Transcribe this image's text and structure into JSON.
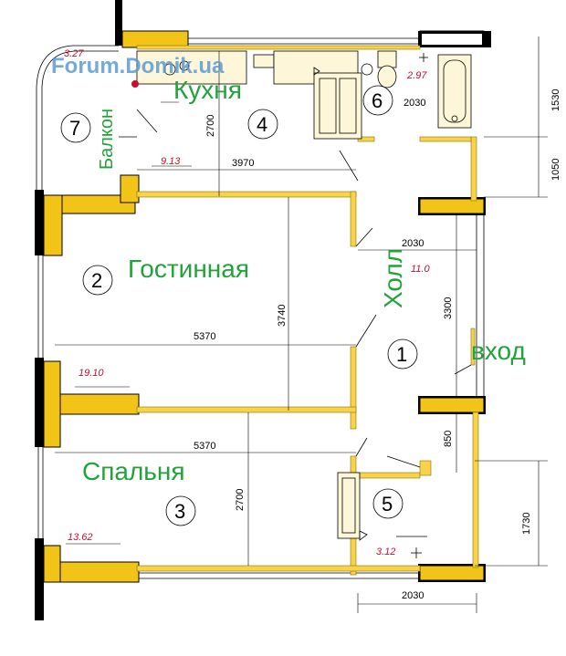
{
  "watermark": "Forum.Domik.ua",
  "rooms": {
    "kitchen": "Кухня",
    "living": "Гостинная",
    "bedroom": "Спальня",
    "hall": "Холл",
    "balcony": "Балкон",
    "entrance": "вход"
  },
  "room_numbers": [
    "1",
    "2",
    "3",
    "4",
    "5",
    "6",
    "7"
  ],
  "areas": {
    "balcony": "3.27",
    "kitchen": "9.13",
    "living": "19.10",
    "bedroom": "13.62",
    "hall": "11.0",
    "bath": "2.97",
    "wc": "3.12"
  },
  "dimensions": {
    "kitchen_width": "3970",
    "kitchen_depth": "2700",
    "bath_width": "2030",
    "hall_width": "2030",
    "hall_depth": "3300",
    "living_width": "5370",
    "living_depth": "3740",
    "bedroom_width": "5370",
    "bedroom_depth": "2700",
    "corridor": "850",
    "wc_width": "2030",
    "right_top": "1530",
    "right_mid": "1050",
    "right_bottom": "1730"
  }
}
